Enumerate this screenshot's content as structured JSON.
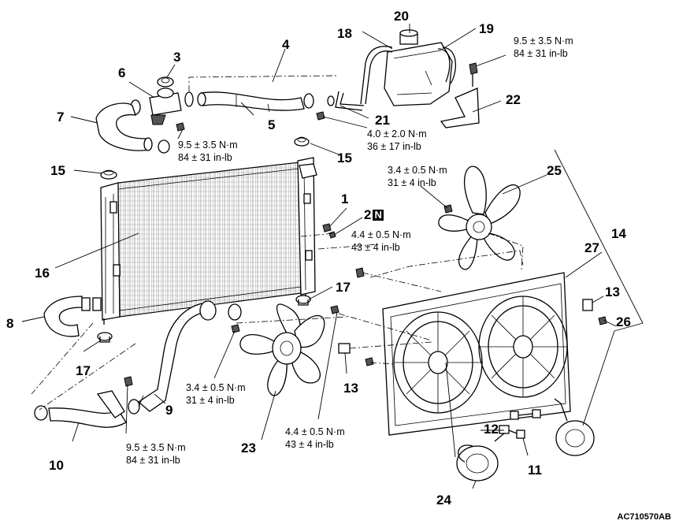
{
  "diagram": {
    "part_numbers": {
      "p1": "1",
      "p2": "2",
      "p2_badge": "N",
      "p3": "3",
      "p4": "4",
      "p5": "5",
      "p6": "6",
      "p7": "7",
      "p8": "8",
      "p9": "9",
      "p10": "10",
      "p11": "11",
      "p12": "12",
      "p13a": "13",
      "p13b": "13",
      "p14": "14",
      "p15a": "15",
      "p15b": "15",
      "p16": "16",
      "p17a": "17",
      "p17b": "17",
      "p18": "18",
      "p19": "19",
      "p20": "20",
      "p21": "21",
      "p22": "22",
      "p23": "23",
      "p24": "24",
      "p25": "25",
      "p26": "26",
      "p27": "27"
    },
    "torque_specs": {
      "t_top_right": "9.5 ± 3.5 N·m\n84 ± 31 in-lb",
      "t_upper_left": "9.5 ± 3.5 N·m\n84 ± 31 in-lb",
      "t_tank": "4.0 ± 2.0 N·m\n36 ± 17 in-lb",
      "t_fan_upper": "3.4 ± 0.5 N·m\n31 ± 4 in-lb",
      "t_radiator_right": "4.4 ± 0.5 N·m\n43 ± 4 in-lb",
      "t_fan_lower": "3.4 ± 0.5 N·m\n31 ± 4 in-lb",
      "t_lower_left": "9.5 ± 3.5 N·m\n84 ± 31 in-lb",
      "t_bottom_center": "4.4 ± 0.5 N·m\n43 ± 4 in-lb"
    },
    "figure_code": "AC710570AB"
  }
}
